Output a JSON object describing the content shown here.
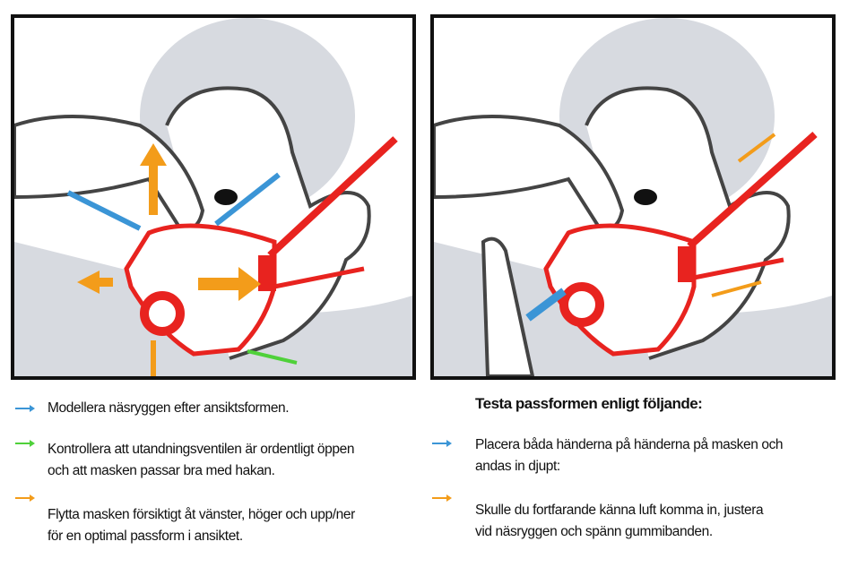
{
  "colors": {
    "blue": "#3b95d6",
    "green": "#4fd13a",
    "orange": "#f39c1a",
    "mask_red": "#e8231f",
    "head_gray": "#d7dae0"
  },
  "left": {
    "items": [
      {
        "icon": "blue-arrow-icon",
        "lines": [
          "Modellera näsryggen efter ansiktsformen."
        ]
      },
      {
        "icon": "green-arrow-icon",
        "lines": [
          "Kontrollera att utandningsventilen är ordentligt öppen",
          "och att masken passar bra med hakan."
        ]
      },
      {
        "icon": "orange-arrow-icon",
        "lines": [
          "Flytta masken försiktigt åt vänster, höger och upp/ner",
          "för en optimal passform i ansiktet."
        ]
      }
    ]
  },
  "right": {
    "heading": "Testa passformen enligt följande:",
    "items": [
      {
        "icon": "blue-arrow-icon",
        "lines": [
          "Placera båda händerna på händerna på masken och",
          "andas in djupt:"
        ]
      },
      {
        "icon": "orange-arrow-icon",
        "lines": [
          "Skulle du fortfarande känna luft komma in, justera",
          "vid näsryggen och spänn gummibanden."
        ]
      }
    ]
  }
}
